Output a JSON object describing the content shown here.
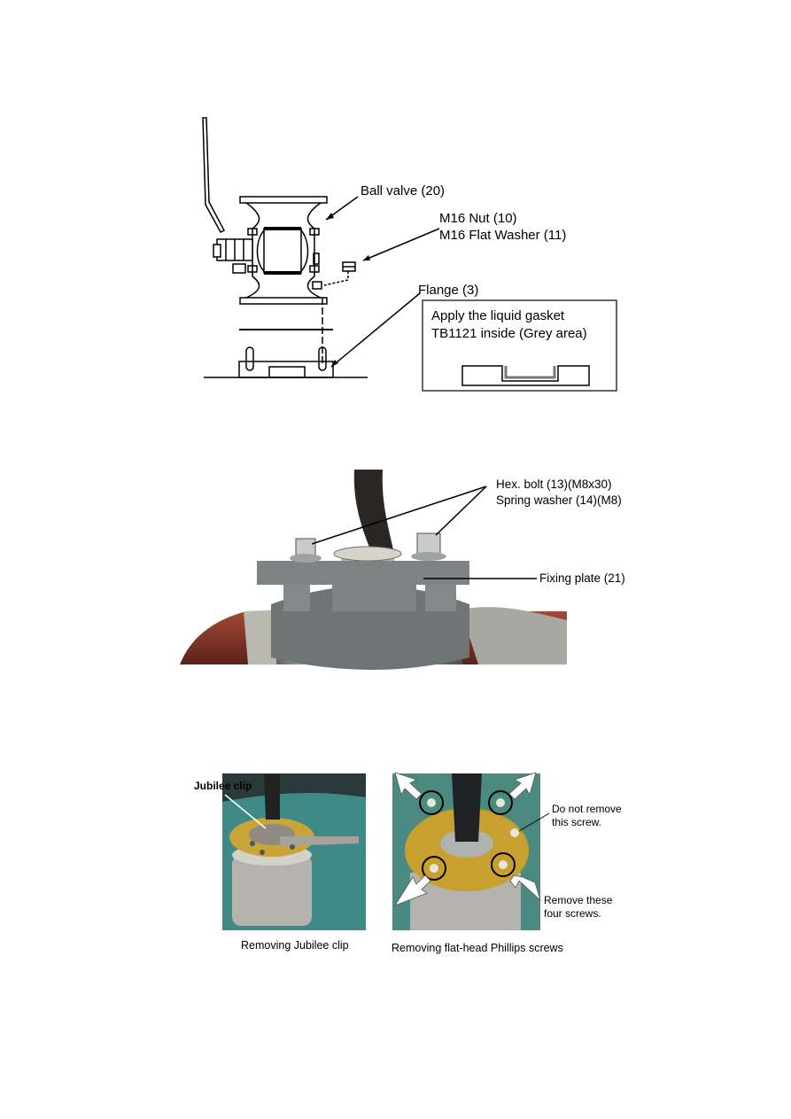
{
  "figure1": {
    "labels": {
      "ball_valve": "Ball valve (20)",
      "nut": "M16 Nut (10)",
      "washer": "M16 Flat Washer (11)",
      "flange": "Flange (3)"
    },
    "inset": {
      "line1": "Apply the liquid gasket",
      "line2": "TB1121 inside (Grey area)"
    }
  },
  "figure2": {
    "labels": {
      "bolt": "Hex. bolt (13)(M8x30)",
      "spring_washer": "Spring washer (14)(M8)",
      "fixing_plate": "Fixing plate (21)"
    }
  },
  "figure3": {
    "left": {
      "label": "Jubilee clip",
      "caption": "Removing Jubilee clip"
    },
    "right": {
      "note1_line1": "Do not remove",
      "note1_line2": "this screw.",
      "note2_line1": "Remove these",
      "note2_line2": "four screws.",
      "caption": "Removing flat-head Phillips screws"
    }
  },
  "colors": {
    "plate_grey": "#7b7f80",
    "hub_gold": "#c49a2a",
    "base_red": "#8c3a2c",
    "teal_bg": "#3f8a86"
  }
}
